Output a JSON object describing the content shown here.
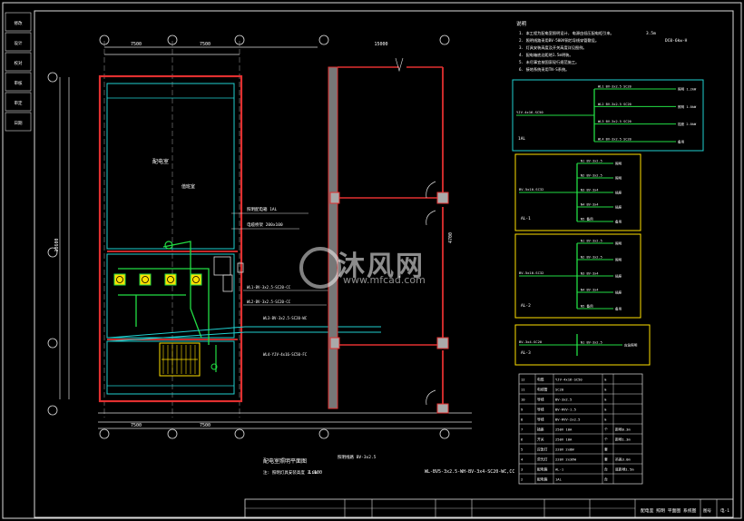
{
  "title_block": {
    "drawing_title": "配电室 照明 平面图 系统图",
    "sheet_label": "图号",
    "sheet_no": "电-1"
  },
  "left_strip": [
    "修改",
    "设计",
    "校对",
    "审核",
    "审定",
    "日期"
  ],
  "plan": {
    "top_dims": [
      "7500",
      "7500"
    ],
    "top_total": "15000",
    "bottom_dims": [
      "7500",
      "7500"
    ],
    "side_dim": "18600",
    "room_labels": [
      "配电室",
      "值班室"
    ],
    "right_dim": "4700",
    "notes_block": [
      "照明配电箱 1AL",
      "电缆桥架 200x100"
    ],
    "cable_labels": [
      "WL1-BV-3x2.5-SC20-CC",
      "WL2-BV-3x2.5-SC20-CC",
      "WL3-BV-3x2.5-SC20-WC",
      "WL4-YJV-4x16-SC50-FC"
    ]
  },
  "captions": {
    "plan_title": "配电室照明平面图",
    "plan_scale": "1:100",
    "plan_note": "注: 照明灯具安装高度 3.0m",
    "legend_line": "照明线路 BV-3x2.5",
    "legend_code": "WL-BV5-3x2.5-WH-BV-3x4-SC20-WC,CC"
  },
  "notes": {
    "heading": "说明",
    "lines": [
      "1. 本工程为配电室照明设计, 电源由低压配电柜引来。",
      "2. 照明线路采用BV-500V铜芯导线穿管敷设。",
      "3. 灯具安装高度及开关高度详见图例。",
      "4. 配电箱底边距地1.5m明装。",
      "5. 未尽事宜按国家现行规范施工。",
      "6. 接地系统采用TN-S系统。"
    ],
    "side_codes": [
      "3.5m",
      "DC0-6kw-H"
    ]
  },
  "systems": [
    {
      "box": "1AL",
      "incoming": "YJV-4x16-SC50",
      "circuits": [
        "WL1 BV-3x2.5 SC20",
        "WL2 BV-3x2.5 SC20",
        "WL3 BV-3x2.5 SC20",
        "WL4 BV-3x2.5 SC20"
      ],
      "loads": [
        "照明 1.2kW",
        "照明 1.0kW",
        "插座 2.0kW",
        "备用"
      ]
    },
    {
      "box": "AL-1",
      "incoming": "BV-5x10-SC32",
      "circuits": [
        "N1 BV-3x2.5",
        "N2 BV-3x2.5",
        "N3 BV-3x4",
        "N4 BV-3x4",
        "N5 备用"
      ],
      "loads": [
        "照明",
        "照明",
        "插座",
        "插座",
        "备用"
      ]
    },
    {
      "box": "AL-2",
      "incoming": "BV-5x10-SC32",
      "circuits": [
        "N1 BV-3x2.5",
        "N2 BV-3x2.5",
        "N3 BV-3x4",
        "N4 BV-3x4",
        "N5 备用"
      ],
      "loads": [
        "照明",
        "照明",
        "插座",
        "插座",
        "备用"
      ]
    },
    {
      "box": "AL-3",
      "incoming": "BV-3x4-SC20",
      "circuits": [
        "N1 BV-3x2.5"
      ],
      "loads": [
        "应急照明"
      ]
    }
  ],
  "legend_table": {
    "rows": [
      [
        "12",
        "电缆",
        "YJV-4x16-SC50",
        "m",
        ""
      ],
      [
        "11",
        "电线管",
        "SC20",
        "m",
        ""
      ],
      [
        "10",
        "导线",
        "BV-3x2.5",
        "m",
        ""
      ],
      [
        "9",
        "导线",
        "BV-RVV-1.5",
        "m",
        ""
      ],
      [
        "8",
        "导线",
        "BV-RVV-2x2.5",
        "m",
        ""
      ],
      [
        "7",
        "插座",
        "250V 10A",
        "个",
        "距地0.3m"
      ],
      [
        "6",
        "开关",
        "250V 10A",
        "个",
        "距地1.3m"
      ],
      [
        "5",
        "应急灯",
        "220V 2x8W",
        "套",
        ""
      ],
      [
        "4",
        "荧光灯",
        "220V 2x36W",
        "套",
        "吊高3.0m"
      ],
      [
        "3",
        "配电箱",
        "AL-1",
        "台",
        "底距地1.5m"
      ],
      [
        "2",
        "配电箱",
        "1AL",
        "台",
        ""
      ]
    ]
  }
}
